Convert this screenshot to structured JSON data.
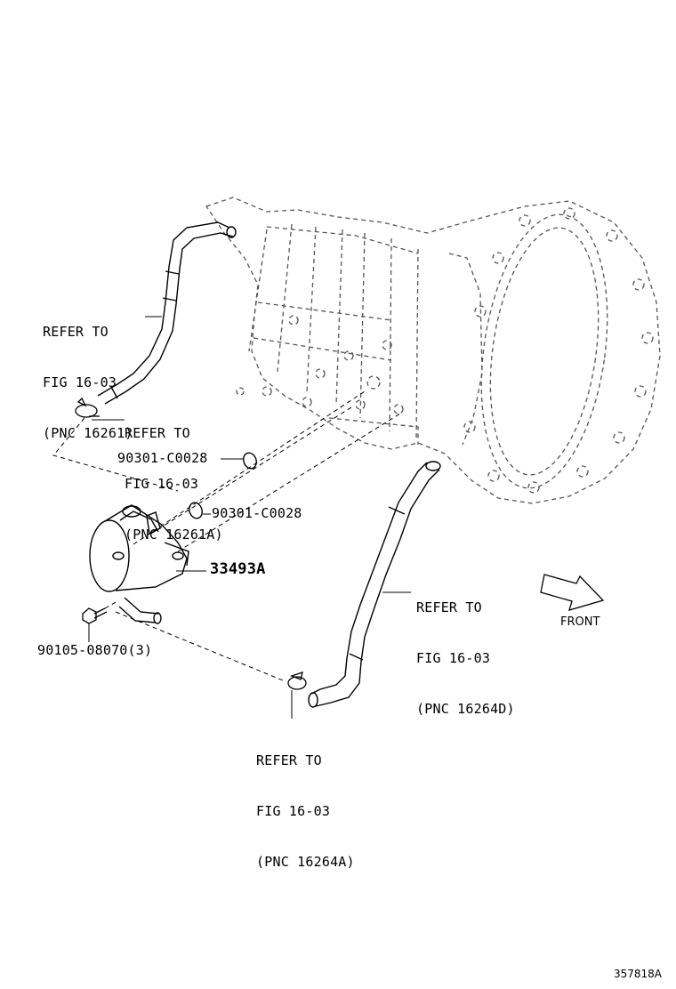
{
  "callouts": {
    "upper_hose": {
      "line1": "REFER TO",
      "line2": "FIG 16-03",
      "line3": "(PNC 16261)"
    },
    "upper_clamp": {
      "line1": "REFER TO",
      "line2": "FIG 16-03",
      "line3": "(PNC 16261A)"
    },
    "lower_hose": {
      "line1": "REFER TO",
      "line2": "FIG 16-03",
      "line3": "(PNC 16264D)"
    },
    "lower_clamp": {
      "line1": "REFER TO",
      "line2": "FIG 16-03",
      "line3": "(PNC 16264A)"
    }
  },
  "parts": {
    "o_ring_upper": "90301-C0028",
    "o_ring_lower": "90301-C0028",
    "oil_cooler": "33493A",
    "bolt": "90105-08070(3)"
  },
  "direction": {
    "label": "FRONT"
  },
  "figure_id": "357818A",
  "colors": {
    "line": "#000000",
    "dashed": "#555555",
    "background": "#ffffff"
  }
}
